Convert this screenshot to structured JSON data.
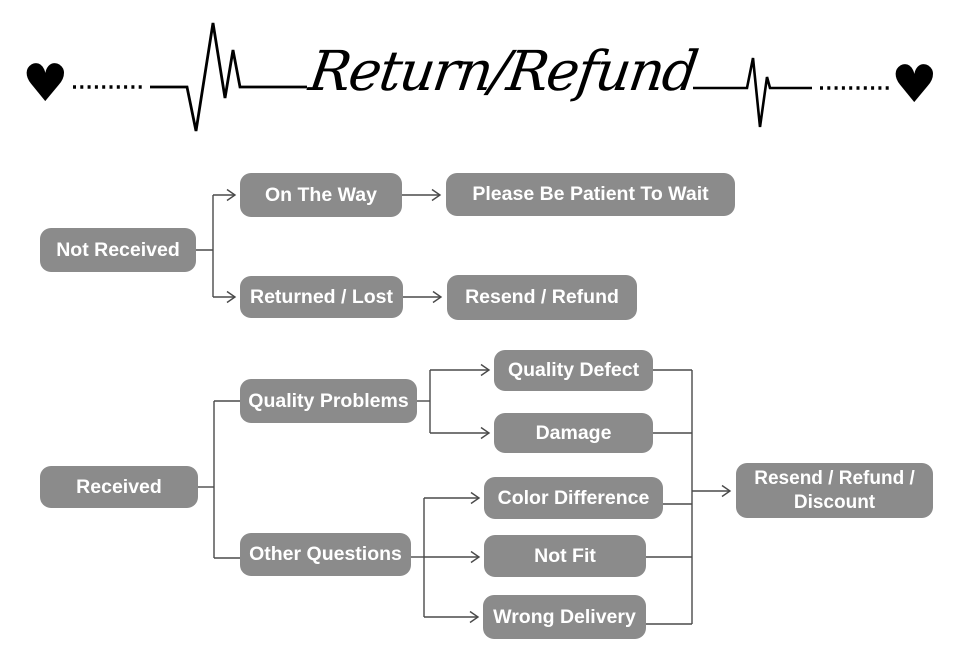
{
  "header": {
    "title": "Return/Refund",
    "heart": "♥"
  },
  "flowchart": {
    "not_received": "Not Received",
    "on_the_way": "On The Way",
    "please_wait": "Please Be Patient To Wait",
    "returned_lost": "Returned / Lost",
    "resend_refund": "Resend / Refund",
    "received": "Received",
    "quality_problems": "Quality Problems",
    "other_questions": "Other Questions",
    "quality_defect": "Quality Defect",
    "damage": "Damage",
    "color_difference": "Color Difference",
    "not_fit": "Not Fit",
    "wrong_delivery": "Wrong Delivery",
    "resend_refund_discount": "Resend / Refund / Discount"
  },
  "colors": {
    "node_background": "#8b8b8b",
    "node_text": "#ffffff",
    "connector": "#4a4a4a",
    "ink": "#000000"
  }
}
